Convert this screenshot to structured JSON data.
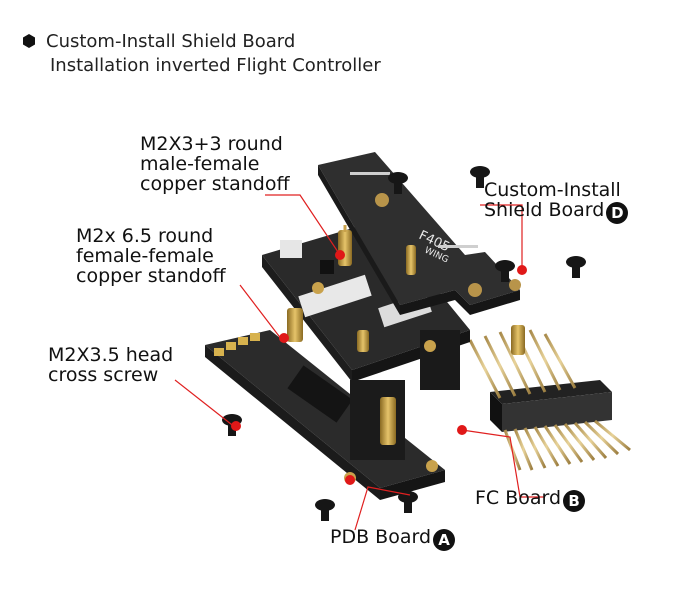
{
  "header": {
    "line1": "Custom-Install Shield Board",
    "line2": "Installation inverted Flight Controller"
  },
  "labels": {
    "standoff_3_3": [
      "M2X3+3 round",
      "male-female",
      "copper standoff"
    ],
    "standoff_6_5": [
      "M2x 6.5 round",
      "female-female",
      "copper standoff"
    ],
    "screw": [
      "M2X3.5 head",
      "cross screw"
    ],
    "shield": [
      "Custom-Install",
      "Shield  Board"
    ],
    "fc": "FC Board",
    "pdb": "PDB Board"
  },
  "markers": {
    "shield": "D",
    "fc": "B",
    "pdb": "A"
  },
  "board_print": {
    "model": "F405",
    "sub": "WING"
  },
  "colors": {
    "callout_line": "#e02020",
    "dot": "#e01818",
    "pcb": "#2b2b2b",
    "brass": "#c9a24c"
  },
  "icons": {
    "bullet": "hexagon-bullet-icon"
  }
}
